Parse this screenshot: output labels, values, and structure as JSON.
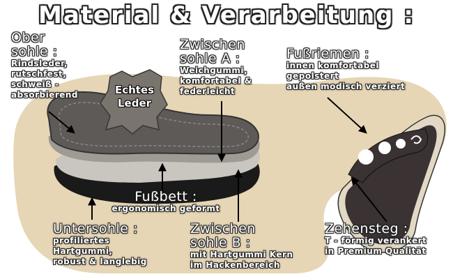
{
  "title": "Material & Verarbeitung :",
  "badge": {
    "line1": "Echtes",
    "line2": "Leder"
  },
  "callouts": {
    "obersohle": {
      "head": [
        "Ober",
        "sohle :"
      ],
      "desc": [
        "Rindsleder,",
        "rutschfest,",
        "schweiß -",
        "absorbierend"
      ]
    },
    "zwischensohle_a": {
      "head": [
        "Zwischen",
        "sohle A :"
      ],
      "desc": [
        "Weichgummi,",
        "komfortabel &",
        "federleicht"
      ]
    },
    "fussriemen": {
      "head": [
        "Fußriemen :"
      ],
      "desc": [
        "innen komfortabel",
        "gepolstert",
        "außen modisch verziert"
      ]
    },
    "fussbett": {
      "head": [
        "Fußbett :"
      ],
      "desc": [
        "ergonomisch geformt"
      ]
    },
    "untersohle": {
      "head": [
        "Untersohle :"
      ],
      "desc": [
        "profiliertes",
        "Hartgummi,",
        "robust & langlebig"
      ]
    },
    "zwischensohle_b": {
      "head": [
        "Zwischen",
        "sohle B :"
      ],
      "desc": [
        "mit Hartgummi Kern",
        "im Hackenbereich"
      ]
    },
    "zehensteg": {
      "head": [
        "Zehensteg :"
      ],
      "desc": [
        "T - förmig verankert",
        "in Premium Qualität"
      ]
    }
  },
  "colors": {
    "background": "#ffffff",
    "footprint": "#e6d6b6",
    "outsole": "#1a1a1a",
    "midsole": "#a9a6a0",
    "leather_top": "#5e5a57",
    "strap": "#3a3233",
    "label_text": "#ffffff",
    "label_outline": "#222222"
  }
}
